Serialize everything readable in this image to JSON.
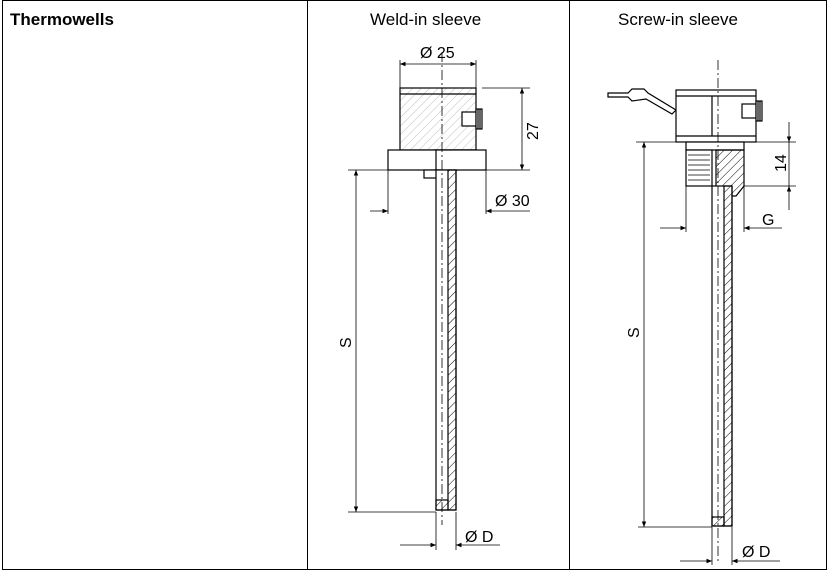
{
  "table": {
    "row_label": "Thermowells",
    "col_weld": "Weld-in sleeve",
    "col_screw": "Screw-in sleeve"
  },
  "weld": {
    "dim_top_dia": "Ø 25",
    "dim_height": "27",
    "dim_collar_dia": "Ø 30",
    "dim_length": "S",
    "dim_tip_dia": "Ø D"
  },
  "screw": {
    "dim_thread_len": "14",
    "dim_thread": "G",
    "dim_length": "S",
    "dim_tip_dia": "Ø D"
  }
}
